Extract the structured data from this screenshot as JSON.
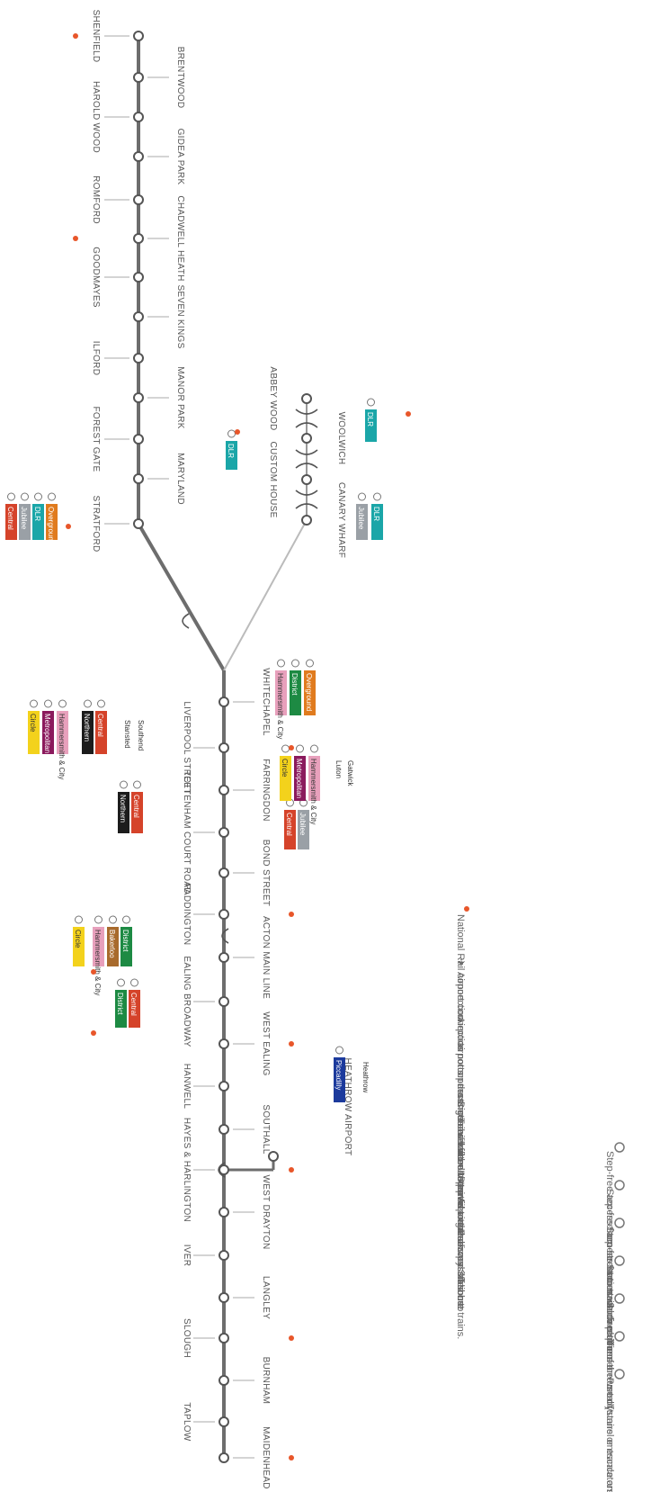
{
  "colors": {
    "line": "#6d6d6d",
    "national_rail": "#e8562a",
    "central": "#d5432a",
    "district": "#1d8a43",
    "circle": "#f3d21c",
    "hammersmith_city": "#e8a0bc",
    "metropolitan": "#8b1a5d",
    "jubilee": "#9aa0a6",
    "northern": "#1c1c1c",
    "dlr": "#1aa6a8",
    "overground": "#e07b1e",
    "piccadilly": "#1c3a9c",
    "bakerloo": "#a86a2c"
  },
  "stations_main": [
    "MAIDENHEAD",
    "TAPLOW",
    "BURNHAM",
    "SLOUGH",
    "LANGLEY",
    "IVER",
    "WEST DRAYTON",
    "HAYES & HARLINGTON",
    "SOUTHALL",
    "HANWELL",
    "WEST EALING",
    "EALING BROADWAY",
    "ACTON MAIN LINE",
    "PADDINGTON",
    "BOND STREET",
    "TOTTENHAM COURT ROAD",
    "FARRINGDON",
    "LIVERPOOL STREET",
    "WHITECHAPEL"
  ],
  "stations_east": [
    "STRATFORD",
    "MARYLAND",
    "FOREST GATE",
    "MANOR PARK",
    "ILFORD",
    "SEVEN KINGS",
    "GOODMAYES",
    "CHADWELL HEATH",
    "ROMFORD",
    "GIDEA PARK",
    "HAROLD WOOD",
    "BRENTWOOD",
    "SHENFIELD"
  ],
  "stations_southeast": [
    "CANARY WHARF",
    "CUSTOM HOUSE",
    "WOOLWICH",
    "ABBEY WOOD"
  ],
  "branch_airport": "HEATHROW AIRPORT",
  "connections": {
    "paddington_line": "Circle",
    "hammersmith_city": "Hammersmith & City",
    "metropolitan": "Metropolitan",
    "district": "District",
    "bakerloo": "Bakerloo",
    "central": "Central",
    "northern": "Northern",
    "jubilee": "Jubilee",
    "dlr": "DLR",
    "overground": "Overground",
    "piccadilly": "Piccadilly",
    "heathrow": "Heathrow",
    "stansted": "Stansted",
    "southend": "Southend",
    "luton": "Luton",
    "gatwick": "Gatwick"
  },
  "legend": {
    "items": [
      "Step-free access from street to train",
      "Step-free access from street to platform",
      "Step-free access in direction of arrow only",
      "Station which requires the use of stairs or escalators",
      "Surface line",
      "Tunnel",
      "Portal (tunnel entrance and exit)"
    ],
    "rail": "National Rail connection",
    "airport": "Airport connection",
    "note_lines": [
      "Airports not on the Crossrail route - to travel to these",
      "airports passengers will need to travel on other",
      "connecting rail services. Step-free travel is possible but",
      "assistance will be required to get on and off some trains.",
      "Travel from Luton Airport Parkway Station to",
      "Luton Airport is via an accessible bus."
    ]
  }
}
